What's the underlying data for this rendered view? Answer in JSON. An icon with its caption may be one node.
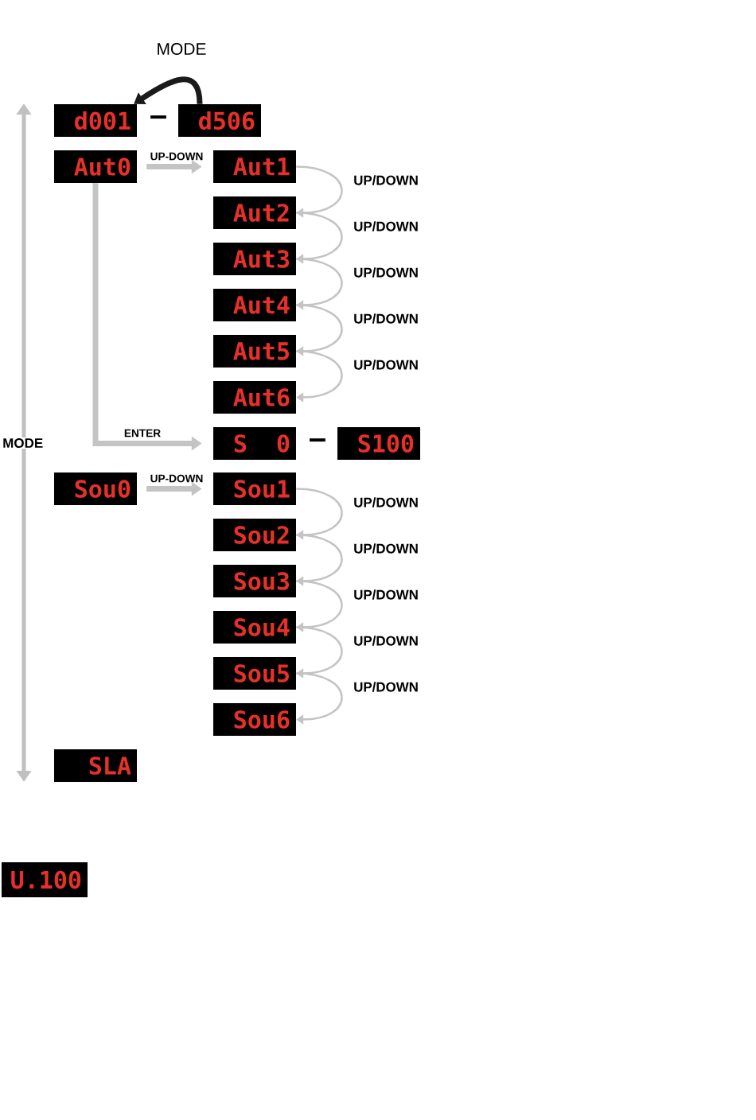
{
  "diagram": {
    "nodes": [
      {
        "text": [
          "d001"
        ]
      },
      {
        "text": [
          "d506"
        ]
      },
      {
        "text": [
          "Aut0"
        ]
      },
      {
        "text": [
          "Aut1"
        ]
      },
      {
        "text": [
          "Aut2"
        ]
      },
      {
        "text": [
          "Aut3"
        ]
      },
      {
        "text": [
          "Aut4"
        ]
      },
      {
        "text": [
          "Aut5"
        ]
      },
      {
        "text": [
          "Aut6"
        ]
      },
      {
        "text": [
          "S 0"
        ]
      },
      {
        "text": [
          "S100"
        ]
      },
      {
        "text": [
          "Sou0"
        ]
      },
      {
        "text": [
          "Sou1"
        ]
      },
      {
        "text": [
          "Sou2"
        ]
      },
      {
        "text": [
          "Sou3"
        ]
      },
      {
        "text": [
          "Sou4"
        ]
      },
      {
        "text": [
          "Sou5"
        ]
      },
      {
        "text": [
          "Sou6"
        ]
      },
      {
        "text": [
          "SLA"
        ]
      },
      {
        "text": [
          "U.100"
        ]
      }
    ],
    "edges": [
      {
        "from": 1,
        "to": 0,
        "arrow": "to",
        "label": "MODE",
        "style": "thick",
        "color": "#1a1a1a"
      },
      {
        "from": 2,
        "to": 3,
        "arrow": "to",
        "label": "UP-DOWN",
        "style": "thick"
      },
      {
        "from": 3,
        "to": 4,
        "arrow": "to",
        "label": "UP/DOWN"
      },
      {
        "from": 4,
        "to": 5,
        "arrow": "to",
        "label": "UP/DOWN"
      },
      {
        "from": 5,
        "to": 6,
        "arrow": "to",
        "label": "UP/DOWN"
      },
      {
        "from": 6,
        "to": 7,
        "arrow": "to",
        "label": "UP/DOWN"
      },
      {
        "from": 7,
        "to": 8,
        "arrow": "to",
        "label": "UP/DOWN"
      },
      {
        "from": 2,
        "to": 9,
        "arrow": "to",
        "label": "ENTER",
        "style": "thick"
      },
      {
        "from": 11,
        "to": 12,
        "arrow": "to",
        "label": "UP-DOWN",
        "style": "thick"
      },
      {
        "from": 12,
        "to": 13,
        "arrow": "to",
        "label": "UP/DOWN"
      },
      {
        "from": 13,
        "to": 14,
        "arrow": "to",
        "label": "UP/DOWN"
      },
      {
        "from": 14,
        "to": 15,
        "arrow": "to",
        "label": "UP/DOWN"
      },
      {
        "from": 15,
        "to": 16,
        "arrow": "to",
        "label": "UP/DOWN"
      },
      {
        "from": 16,
        "to": 17,
        "arrow": "to",
        "label": "UP/DOWN"
      }
    ],
    "labels": [
      "–",
      "–",
      "MODE"
    ]
  }
}
